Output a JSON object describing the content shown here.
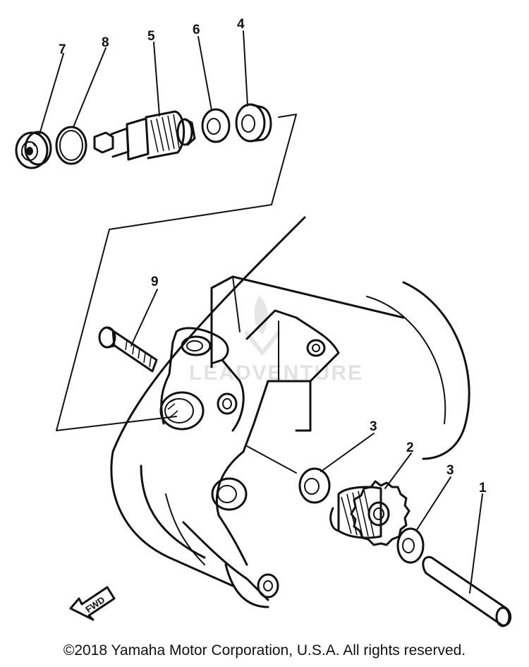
{
  "diagram": {
    "callouts": [
      {
        "id": "1",
        "label": "1"
      },
      {
        "id": "2",
        "label": "2"
      },
      {
        "id": "3a",
        "label": "3"
      },
      {
        "id": "3b",
        "label": "3"
      },
      {
        "id": "4",
        "label": "4"
      },
      {
        "id": "5",
        "label": "5"
      },
      {
        "id": "6",
        "label": "6"
      },
      {
        "id": "7",
        "label": "7"
      },
      {
        "id": "8",
        "label": "8"
      },
      {
        "id": "9",
        "label": "9"
      }
    ],
    "fwd_label": "FWD",
    "watermark": "LEADVENTURE"
  },
  "footer": {
    "copyright": "©2018 Yamaha Motor Corporation, U.S.A. All rights reserved."
  }
}
